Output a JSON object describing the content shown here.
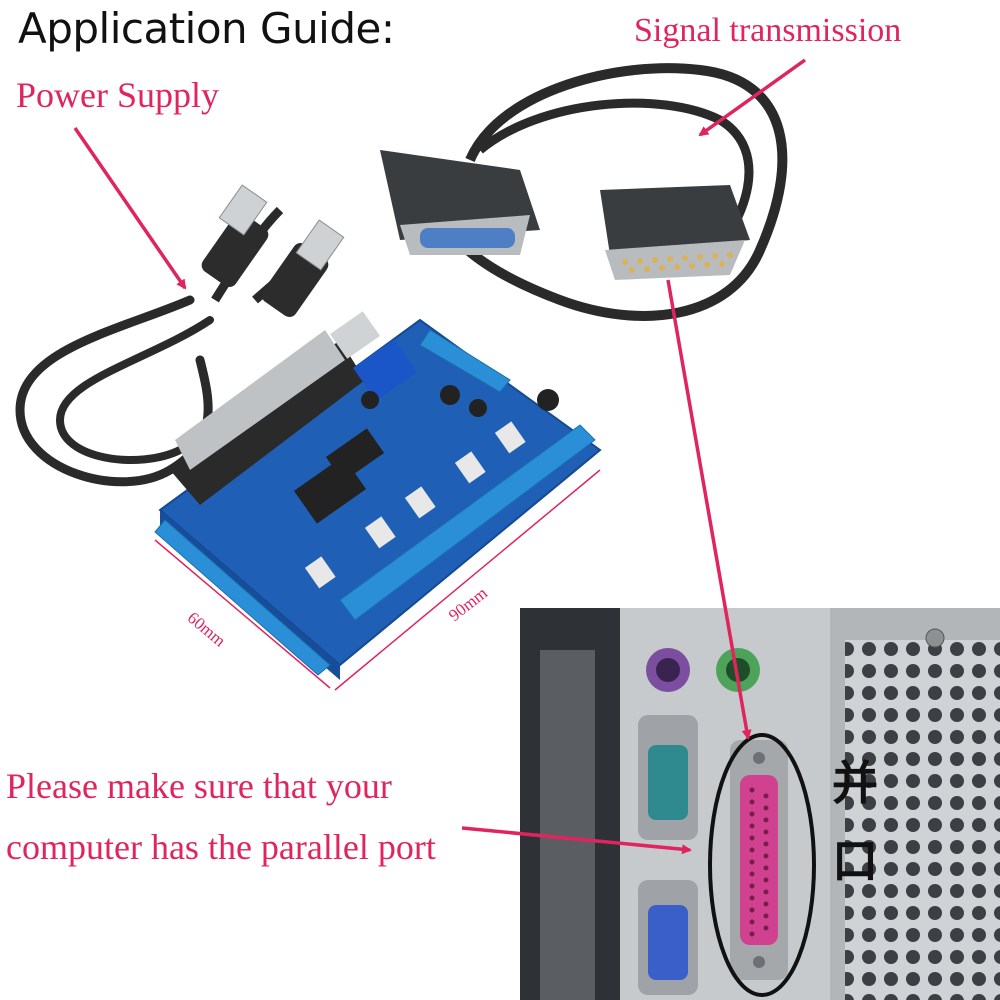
{
  "title": "Application Guide:",
  "labels": {
    "power_supply": "Power Supply",
    "signal_transmission": "Signal transmission",
    "note_line1": "Please make sure that your",
    "note_line2": "computer has the parallel port",
    "port_cjk_1": "并",
    "port_cjk_2": "口",
    "dim_width": "60mm",
    "dim_length": "90mm"
  },
  "colors": {
    "annotation": "#e0245e",
    "board": "#1f5fb5",
    "terminal": "#2b8fd8",
    "cable": "#2a2a2a",
    "case": "#bfc3c7",
    "parallel_port": "#d0428f",
    "serial_port": "#2f8a8f",
    "vga_port": "#3a5fc9",
    "ps2_mouse": "#4ea35a",
    "ps2_keyboard": "#7b4ea0"
  },
  "icons": [
    "usb-cable-icon",
    "db25-cable-icon",
    "breakout-board-icon",
    "computer-rear-panel-icon"
  ]
}
